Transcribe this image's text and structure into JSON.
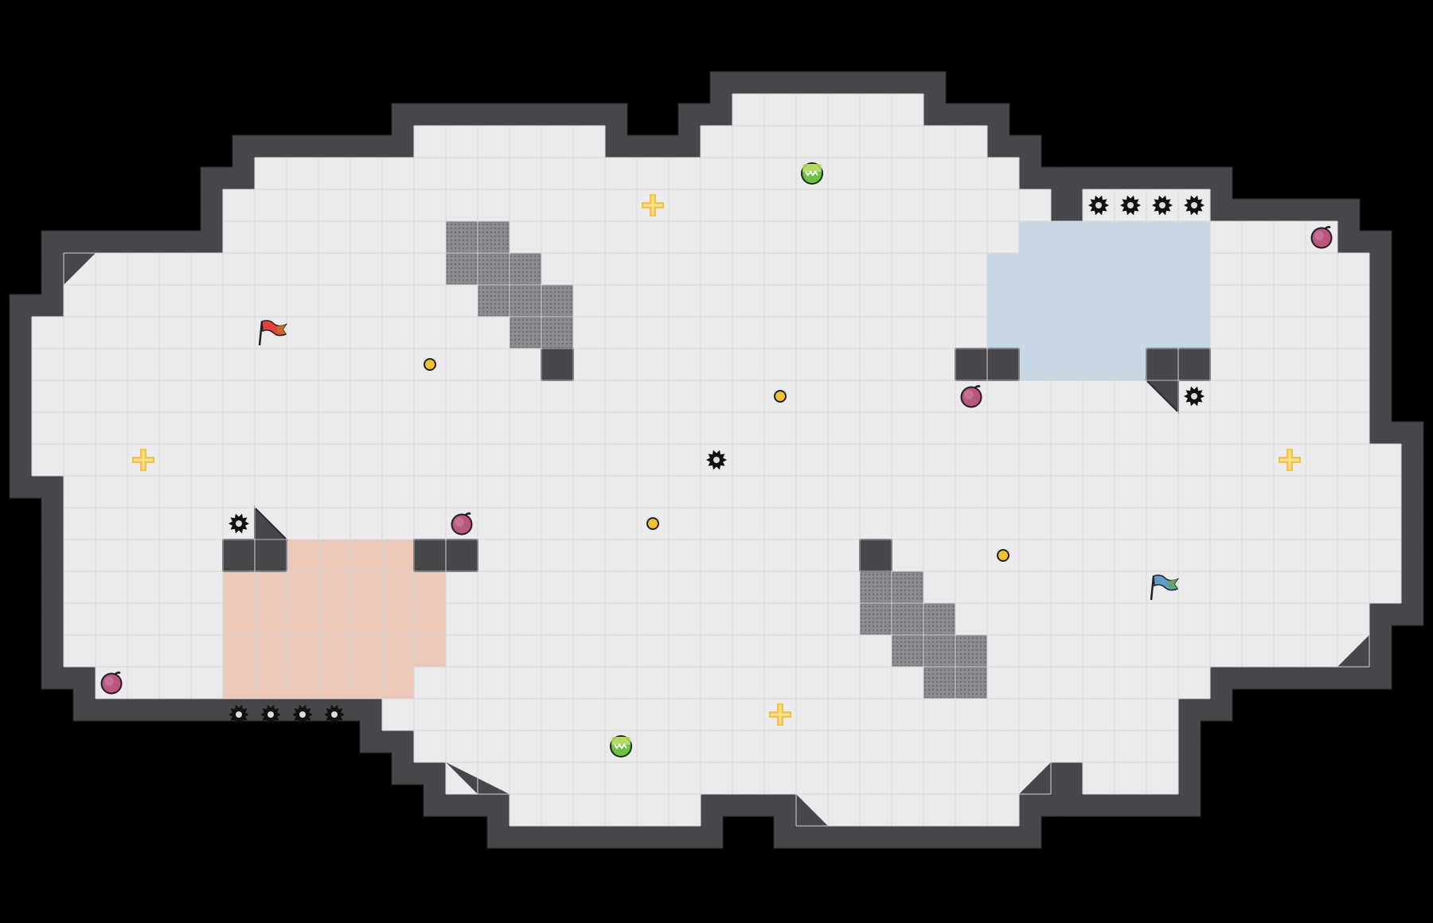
{
  "scene": "tile-arena",
  "grid": {
    "cols": 45,
    "rows": 29,
    "tile_units": 40
  },
  "colors": {
    "background": "#000000",
    "wall": "#47474b",
    "wall_edge": "#2c2c2f",
    "floor": "#ebebed",
    "floor_line": "#d6d6d9",
    "red_zone": "#ecc6b6",
    "blue_zone": "#c5d7e4",
    "gate_tile": "#8a8a8e",
    "gate_dots": "#6a6a6e",
    "red_flag": "#e0433a",
    "blue_flag": "#5e9cc4",
    "powerup": "#f2c12e",
    "spike": "#111111",
    "bomb": "#b7567f",
    "boost": "#6fc045"
  },
  "icons": {
    "flag": "flag-icon",
    "spike": "spike-icon",
    "bomb": "bomb-icon",
    "boost": "boost-icon",
    "powerup": "powerup-icon",
    "button": "button-icon"
  },
  "flags": [
    {
      "team": "red",
      "col": 8,
      "row": 10
    },
    {
      "team": "blue",
      "col": 36,
      "row": 18
    }
  ],
  "spikes": [
    {
      "col": 34,
      "row": 6
    },
    {
      "col": 35,
      "row": 6
    },
    {
      "col": 36,
      "row": 6
    },
    {
      "col": 37,
      "row": 6
    },
    {
      "col": 37,
      "row": 12
    },
    {
      "col": 22,
      "row": 14
    },
    {
      "col": 7,
      "row": 16
    },
    {
      "col": 7,
      "row": 22
    },
    {
      "col": 8,
      "row": 22
    },
    {
      "col": 9,
      "row": 22
    },
    {
      "col": 10,
      "row": 22
    }
  ],
  "bombs": [
    {
      "col": 41,
      "row": 7
    },
    {
      "col": 30,
      "row": 12
    },
    {
      "col": 14,
      "row": 16
    },
    {
      "col": 3,
      "row": 21
    }
  ],
  "boosts": [
    {
      "col": 25,
      "row": 5
    },
    {
      "col": 19,
      "row": 23
    }
  ],
  "powerups": [
    {
      "col": 20,
      "row": 6
    },
    {
      "col": 4,
      "row": 14
    },
    {
      "col": 40,
      "row": 14
    },
    {
      "col": 24,
      "row": 22
    }
  ],
  "buttons": [
    {
      "col": 13,
      "row": 11
    },
    {
      "col": 24,
      "row": 12
    },
    {
      "col": 20,
      "row": 16
    },
    {
      "col": 31,
      "row": 17
    }
  ]
}
